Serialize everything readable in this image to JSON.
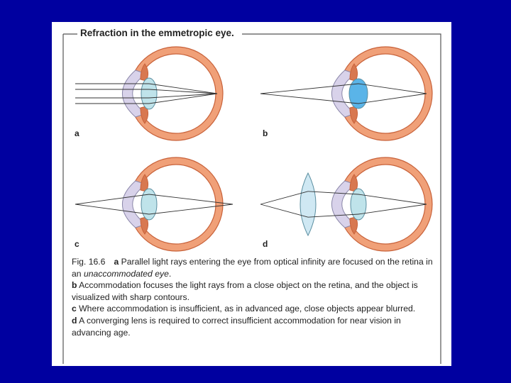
{
  "figure": {
    "title": "Refraction in the emmetropic eye.",
    "panels": [
      {
        "letter": "a"
      },
      {
        "letter": "b"
      },
      {
        "letter": "c"
      },
      {
        "letter": "d"
      }
    ]
  },
  "caption": {
    "fig_label": "Fig. 16.6",
    "a_letter": "a",
    "a_text": "Parallel light rays entering the eye from optical infinity are focused on the retina in an",
    "a_italic": "unaccommodated eye",
    "a_end": ".",
    "b_letter": "b",
    "b_text": "Accommodation focuses the light rays from a close object on the retina, and the object is visualized with sharp contours.",
    "c_letter": "c",
    "c_text": "Where accommodation is insufficient, as in advanced age, close objects appear blurred.",
    "d_letter": "d",
    "d_text": "A converging lens is required to correct insufficient accommodation for near vision in advancing age."
  },
  "colors": {
    "background": "#0000a0",
    "panel": "#ffffff",
    "sclera": "#f0a078",
    "sclera_edge": "#c8623a",
    "cornea": "#d8d2ea",
    "lens": "#bfe3ea",
    "lens_accommodated": "#5ab4e8",
    "corrective_lens": "#cfe8f3",
    "ray": "#333333"
  }
}
